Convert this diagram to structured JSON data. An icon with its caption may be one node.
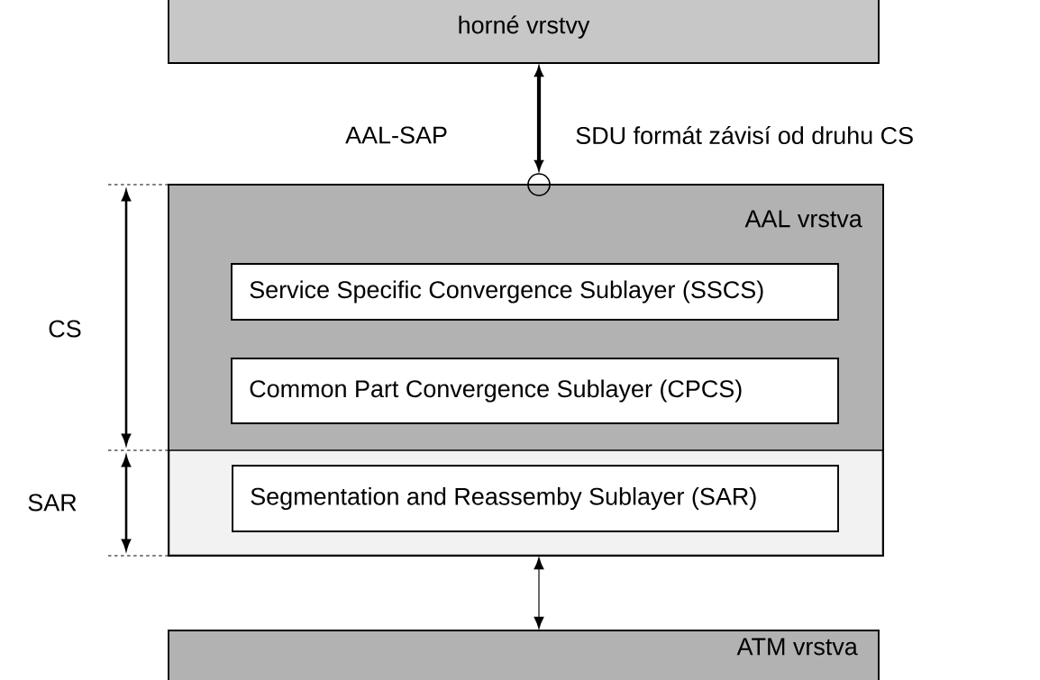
{
  "diagram": {
    "nodes": [
      {
        "text": [
          "horné vrstvy"
        ]
      },
      {
        "text": [
          "AAL vrstva"
        ]
      },
      {
        "text": [
          "Service Specific Convergence Sublayer (SSCS)"
        ],
        "in": 1
      },
      {
        "text": [
          "Common Part Convergence Sublayer (CPCS)"
        ],
        "in": 1
      },
      {
        "text": [
          "Segmentation and Reassemby Sublayer (SAR)"
        ],
        "in": 1
      },
      {
        "text": [
          "ATM vrstva"
        ]
      },
      {
        "text": [],
        "shape": "circle"
      }
    ],
    "edges": [
      {
        "from": 0,
        "to": 6,
        "arrow": "both",
        "style": "thick"
      },
      {
        "from": 1,
        "to": 5,
        "arrow": "both"
      }
    ],
    "labels": [
      "AAL-SAP",
      "SDU formát závisí od druhu CS",
      "CS",
      "SAR"
    ]
  }
}
